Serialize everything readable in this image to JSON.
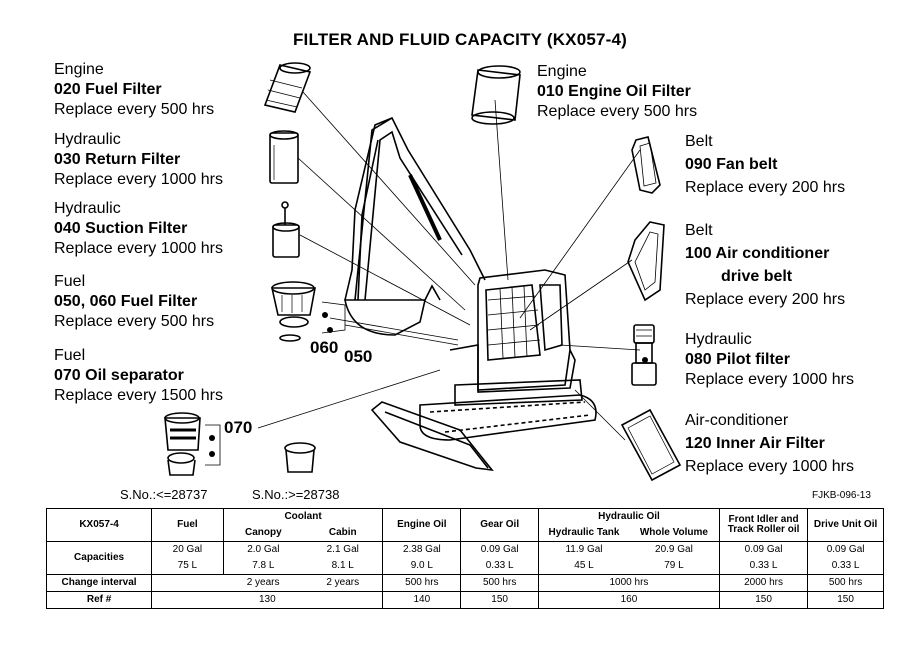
{
  "title": "FILTER AND FLUID CAPACITY (KX057-4)",
  "labels_left": [
    {
      "category": "Engine",
      "name": "020 Fuel Filter",
      "interval": "Replace every 500 hrs"
    },
    {
      "category": "Hydraulic",
      "name": "030 Return Filter",
      "interval": "Replace every 1000 hrs"
    },
    {
      "category": "Hydraulic",
      "name": "040 Suction Filter",
      "interval": "Replace every 1000 hrs"
    },
    {
      "category": "Fuel",
      "name": "050, 060 Fuel Filter",
      "interval": "Replace every 500 hrs"
    },
    {
      "category": "Fuel",
      "name": "070 Oil separator",
      "interval": "Replace every 1500 hrs"
    }
  ],
  "labels_right": [
    {
      "category": "Engine",
      "name": "010 Engine Oil Filter",
      "interval": "Replace every 500 hrs"
    },
    {
      "category": "Belt",
      "name": "090 Fan belt",
      "interval": "Replace every 200 hrs"
    },
    {
      "category": "Belt",
      "name_line1": "100 Air conditioner",
      "name_line2": "drive belt",
      "interval": "Replace every 200 hrs"
    },
    {
      "category": "Hydraulic",
      "name": "080 Pilot filter",
      "interval": "Replace every 1000 hrs"
    },
    {
      "category": "Air-conditioner",
      "name": "120 Inner Air Filter",
      "interval": "Replace every 1000 hrs"
    }
  ],
  "callouts": {
    "c060": "060",
    "c050": "050",
    "c070": "070"
  },
  "serials": {
    "before": "S.No.:<=28737",
    "after": "S.No.:>=28738"
  },
  "figure_code": "FJKB-096-13",
  "table": {
    "model": "KX057-4",
    "headers": {
      "fuel": "Fuel",
      "coolant": "Coolant",
      "canopy": "Canopy",
      "cabin": "Cabin",
      "engine_oil": "Engine Oil",
      "gear_oil": "Gear Oil",
      "hydraulic_oil": "Hydraulic Oil",
      "hyd_tank": "Hydraulic Tank",
      "whole_volume": "Whole Volume",
      "front_idler": "Front Idler and Track Roller oil",
      "drive_unit": "Drive Unit Oil"
    },
    "capacities_label": "Capacities",
    "gal_row": {
      "fuel": "20 Gal",
      "canopy": "2.0 Gal",
      "cabin": "2.1 Gal",
      "engine_oil": "2.38 Gal",
      "gear_oil": "0.09 Gal",
      "hyd_tank": "11.9 Gal",
      "whole_volume": "20.9 Gal",
      "front_idler": "0.09 Gal",
      "drive_unit": "0.09 Gal"
    },
    "l_row": {
      "fuel": "75 L",
      "canopy": "7.8 L",
      "cabin": "8.1 L",
      "engine_oil": "9.0 L",
      "gear_oil": "0.33 L",
      "hyd_tank": "45 L",
      "whole_volume": "79 L",
      "front_idler": "0.33 L",
      "drive_unit": "0.33 L"
    },
    "change_interval_label": "Change interval",
    "interval_row": {
      "canopy": "2 years",
      "cabin": "2 years",
      "engine_oil": "500 hrs",
      "gear_oil": "500 hrs",
      "hydraulic": "1000 hrs",
      "front_idler": "2000 hrs",
      "drive_unit": "500 hrs"
    },
    "ref_label": "Ref #",
    "ref_row": {
      "coolant": "130",
      "engine_oil": "140",
      "gear_oil": "150",
      "hydraulic": "160",
      "front_idler": "150",
      "drive_unit": "150"
    }
  }
}
